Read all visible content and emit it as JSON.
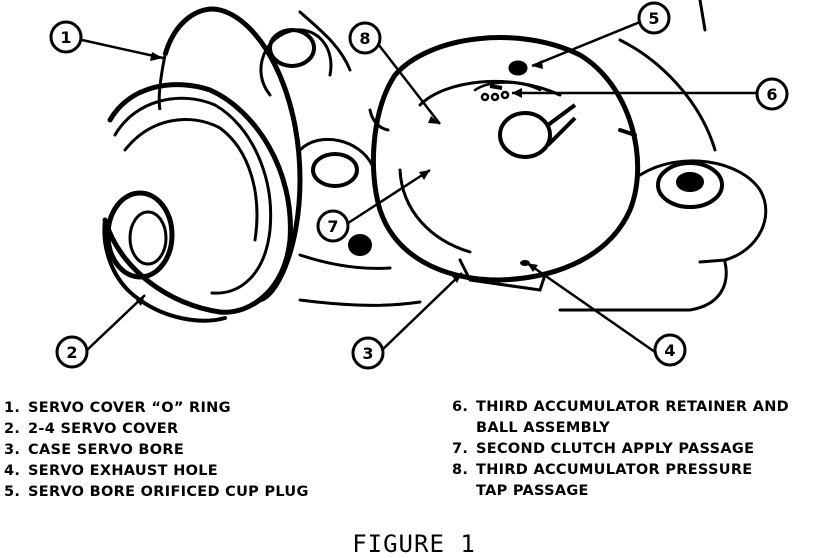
{
  "callouts": [
    {
      "id": "1"
    },
    {
      "id": "2"
    },
    {
      "id": "3"
    },
    {
      "id": "4"
    },
    {
      "id": "5"
    },
    {
      "id": "6"
    },
    {
      "id": "7"
    },
    {
      "id": "8"
    }
  ],
  "legend": {
    "left": [
      {
        "num": "1.",
        "text": "SERVO COVER “O” RING"
      },
      {
        "num": "2.",
        "text": "2-4 SERVO COVER"
      },
      {
        "num": "3.",
        "text": "CASE SERVO BORE"
      },
      {
        "num": "4.",
        "text": "SERVO EXHAUST HOLE"
      },
      {
        "num": "5.",
        "text": "SERVO BORE ORIFICED CUP PLUG"
      }
    ],
    "right": [
      {
        "num": "6.",
        "text": "THIRD ACCUMULATOR RETAINER AND\nBALL ASSEMBLY"
      },
      {
        "num": "7.",
        "text": "SECOND CLUTCH APPLY PASSAGE"
      },
      {
        "num": "8.",
        "text": "THIRD ACCUMULATOR PRESSURE\nTAP PASSAGE"
      }
    ]
  },
  "caption": "FIGURE 1"
}
